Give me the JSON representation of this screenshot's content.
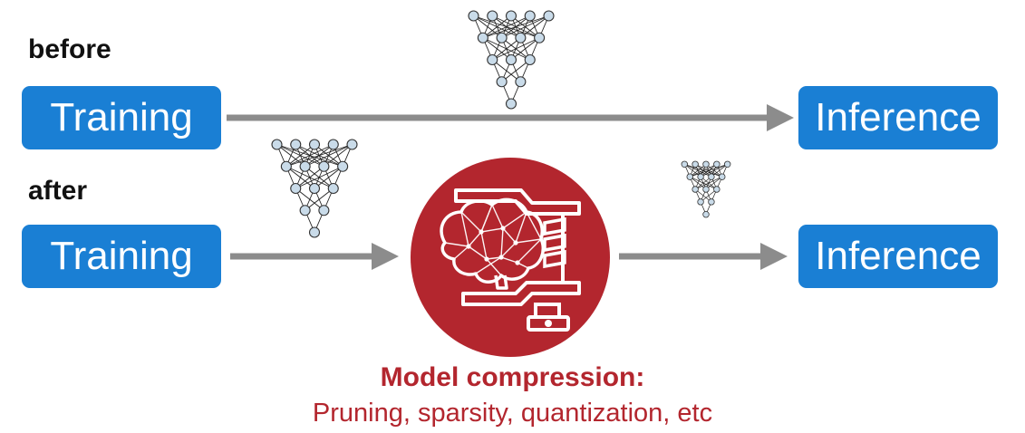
{
  "rows": {
    "before_label": "before",
    "after_label": "after"
  },
  "before": {
    "training_label": "Training",
    "inference_label": "Inference"
  },
  "after": {
    "training_label": "Training",
    "inference_label": "Inference"
  },
  "caption": {
    "title": "Model compression:",
    "subtitle": "Pruning, sparsity, quantization, etc"
  },
  "icons": {
    "large_net": "neural-network-icon",
    "small_net": "small-neural-network-icon",
    "compression": "brain-clamp-icon"
  },
  "colors": {
    "box_blue": "#1a7fd4",
    "arrow_gray": "#8c8c8c",
    "accent_red": "#b3262e",
    "node_fill": "#c9dbe9"
  }
}
